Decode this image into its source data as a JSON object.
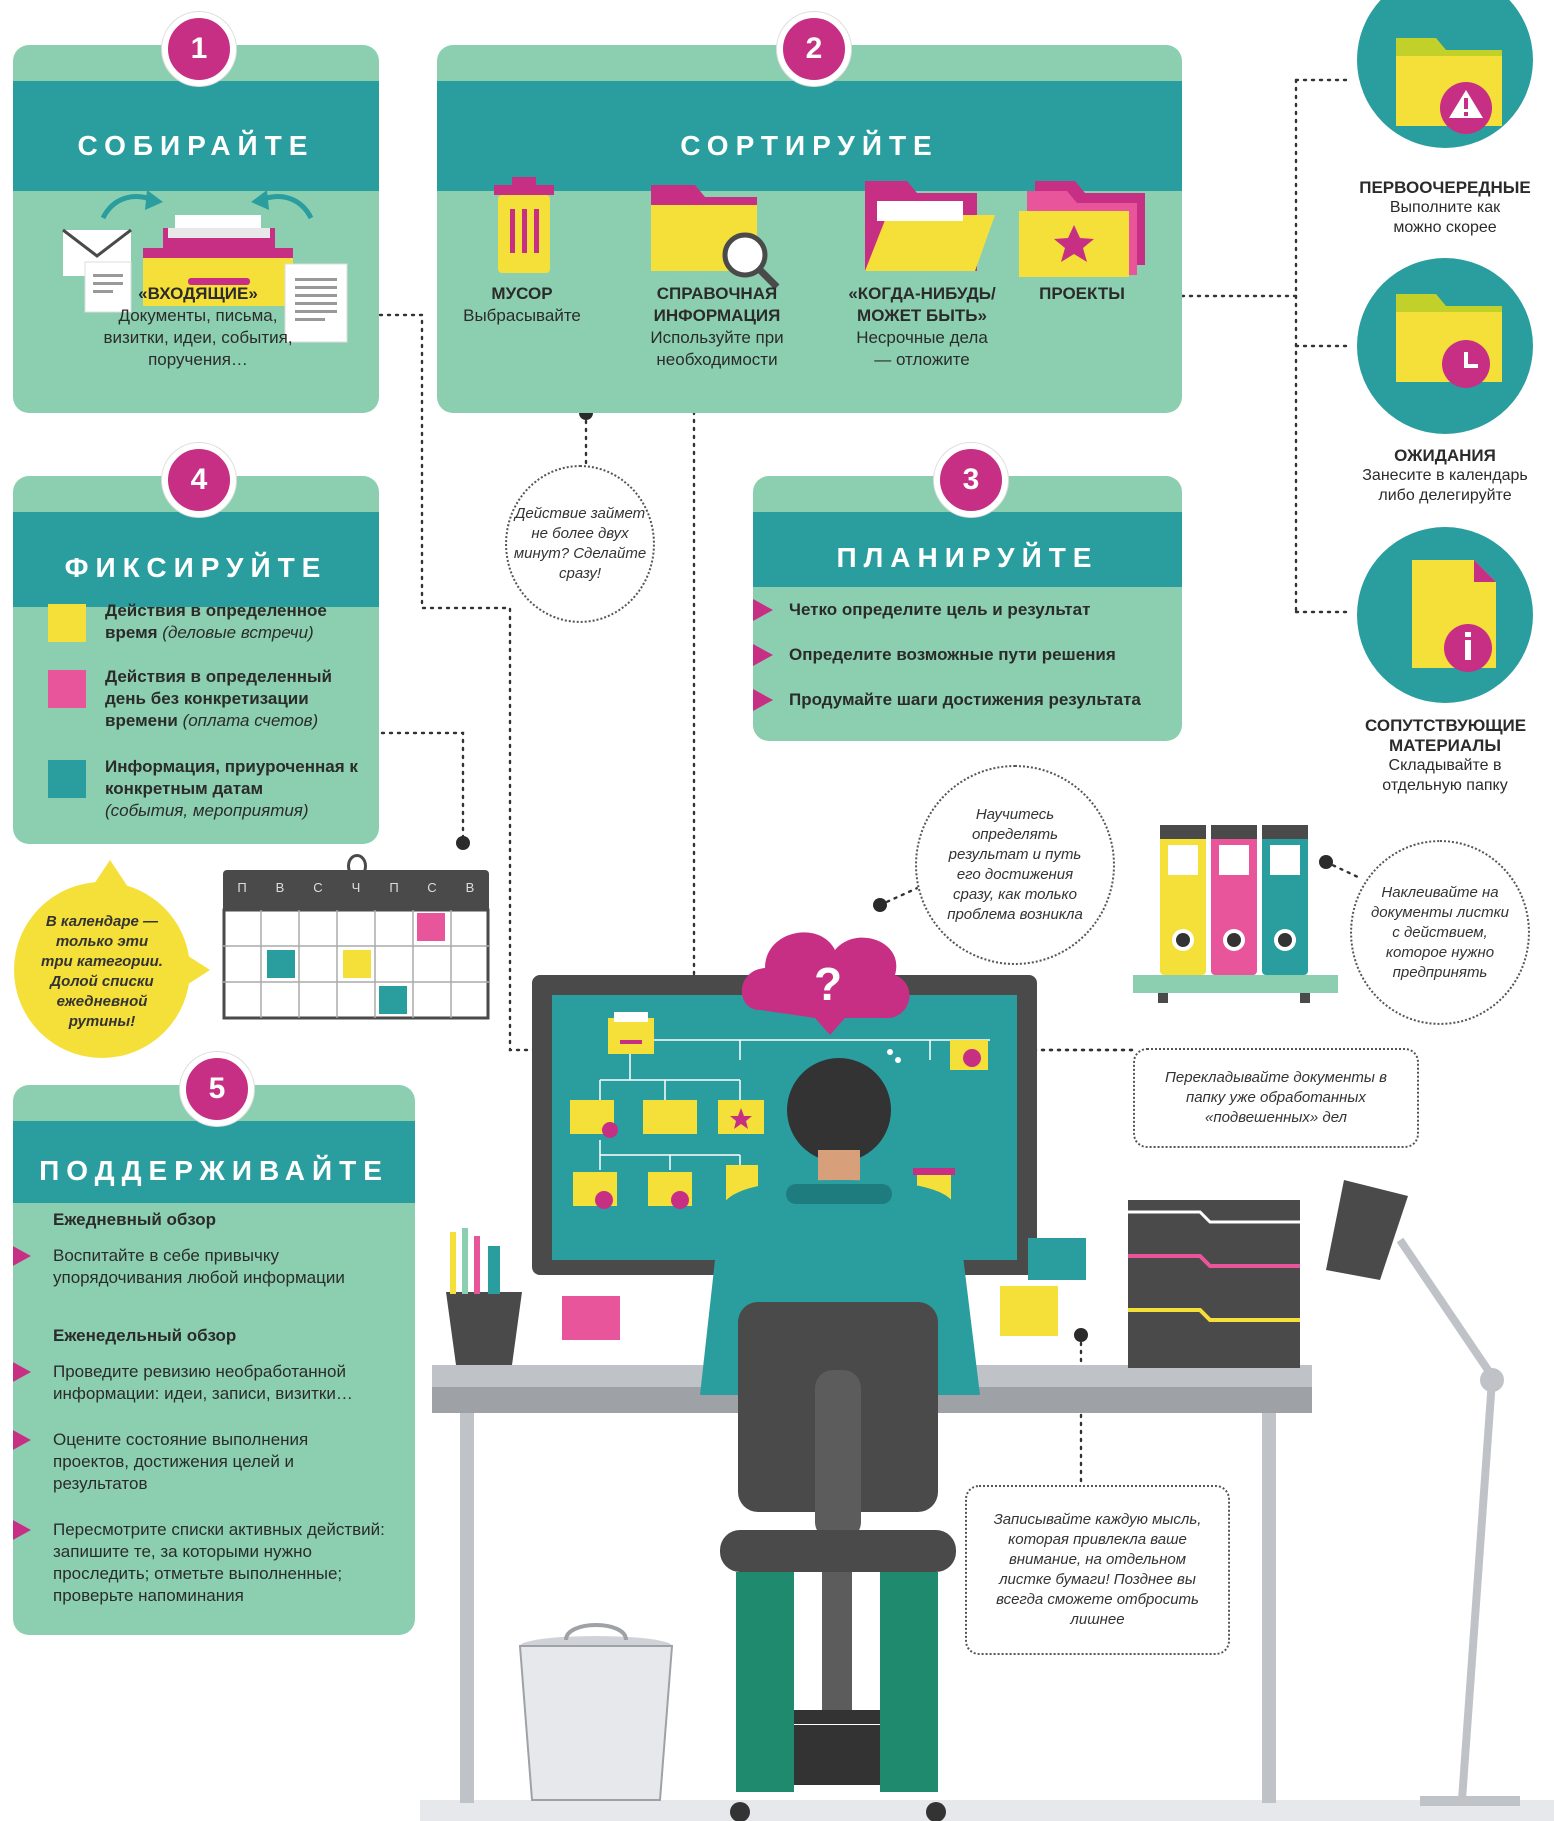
{
  "collect": {
    "number": "1",
    "title": "СОБИРАЙТЕ",
    "item_title": "«ВХОДЯЩИЕ»",
    "item_text": "Документы, письма, визитки, идеи, события, поручения…"
  },
  "sort": {
    "number": "2",
    "title": "СОРТИРУЙТЕ",
    "items": [
      {
        "title": "МУСОР",
        "text": "Выбрасывайте"
      },
      {
        "title": "СПРАВОЧНАЯ ИНФОРМАЦИЯ",
        "text": "Используйте при необходимости"
      },
      {
        "title": "«КОГДА-НИБУДЬ/ МОЖЕТ БЫТЬ»",
        "text": "Несрочные дела — отложите"
      },
      {
        "title": "ПРОЕКТЫ",
        "text": ""
      }
    ]
  },
  "plan": {
    "number": "3",
    "title": "ПЛАНИРУЙТЕ",
    "items": [
      "Четко определите цель и результат",
      "Определите возможные пути решения",
      "Продумайте шаги достижения результата"
    ]
  },
  "fix": {
    "number": "4",
    "title": "ФИКСИРУЙТЕ",
    "items": [
      {
        "bold": "Действия в определенное время",
        "italic": "(деловые встречи)",
        "color": "#f5e03a"
      },
      {
        "bold": "Действия в определенный день без конкретизации времени",
        "italic": "(оплата счетов)",
        "color": "#e8559a"
      },
      {
        "bold": "Информация, приуроченная к конкретным датам",
        "italic": "(события, мероприятия)",
        "color": "#2a9d9f"
      }
    ]
  },
  "support": {
    "number": "5",
    "title": "ПОДДЕРЖИВАЙТЕ",
    "daily_title": "Ежедневный обзор",
    "daily_items": [
      "Воспитайте в себе привычку упорядочивания любой информации"
    ],
    "weekly_title": "Еженедельный обзор",
    "weekly_items": [
      "Проведите ревизию необработанной информации: идеи, записи, визитки…",
      "Оцените состояние выполнения проектов, достижения целей и результатов",
      "Пересмотрите списки активных действий: запишите те, за которыми нужно проследить; отметьте выполненные; проверьте напоминания"
    ]
  },
  "projects_types": [
    {
      "title": "ПЕРВООЧЕРЕДНЫЕ",
      "text": "Выполните как можно скорее",
      "icon": "urgent-folder-icon"
    },
    {
      "title": "ОЖИДАНИЯ",
      "text": "Занесите в календарь либо делегируйте",
      "icon": "waiting-folder-icon"
    },
    {
      "title": "СОПУТСТВУЮЩИЕ МАТЕРИАЛЫ",
      "text": "Складывайте в отдельную папку",
      "icon": "materials-file-icon"
    }
  ],
  "notes": {
    "two_minutes": "Действие займет не более двух минут? Сделайте сразу!",
    "learn": "Научитесь определять результат и путь его достижения сразу, как только проблема возникла",
    "labels": "Наклеивайте на документы листки с действием, которое нужно предпринять",
    "move_docs": "Перекладывайте документы в папку уже обработанных «подвешенных» дел",
    "write": "Записывайте каждую мысль, которая привлекла ваше внимание, на отдельном листке бумаги! Позднее вы всегда сможете отбросить лишнее",
    "calendar": "В календаре — только эти три категории. Долой списки ежедневной рутины!"
  },
  "calendar": {
    "days": [
      "П",
      "В",
      "С",
      "Ч",
      "П",
      "С",
      "В"
    ]
  },
  "colors": {
    "teal": "#2a9d9f",
    "mint": "#8ccfb0",
    "magenta": "#c72f85",
    "yellow": "#f5e03a",
    "dark": "#4a4a4a"
  }
}
